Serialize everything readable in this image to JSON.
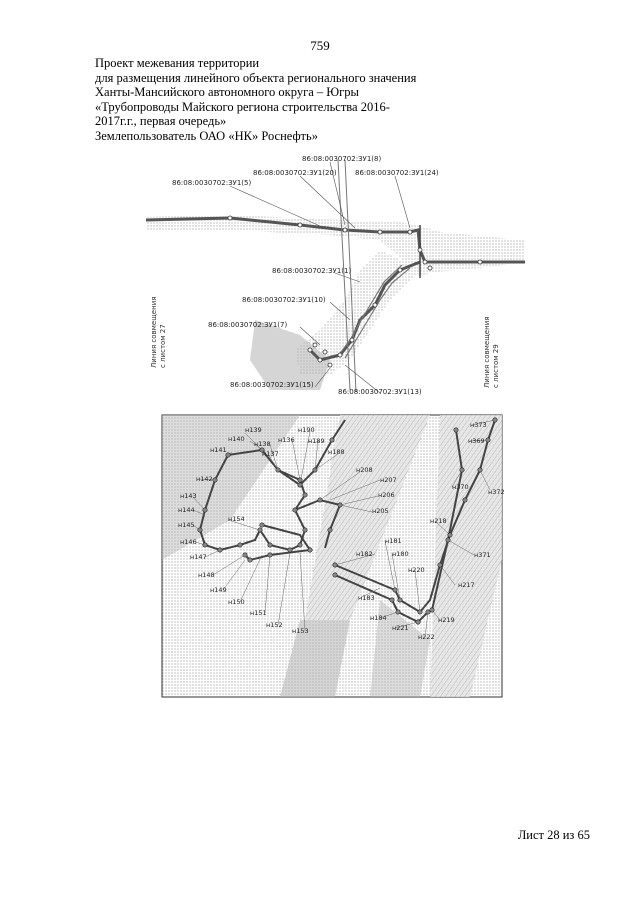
{
  "page_number": "759",
  "header": {
    "lines": [
      "Проект межевания территории",
      "для размещения линейного объекта регионального значения",
      "Ханты-Мансийского автономного округа – Югры",
      "«Трубопроводы Майского региона строительства 2016-",
      "2017г.г., первая очередь»",
      "Землепользователь ОАО «НК» Роснефть»"
    ]
  },
  "overview_map": {
    "parcel_labels": [
      "86:08:0030702:ЗУ1(8)",
      "86:08:0030702:ЗУ1(20)",
      "86:08:0030702:ЗУ1(24)",
      "86:08:0030702:ЗУ1(5)",
      "86:08:0030702:ЗУ1(1)",
      "86:08:0030702:ЗУ1(10)",
      "86:08:0030702:ЗУ1(7)",
      "86:08:0030702:ЗУ1(15)",
      "86:08:0030702:ЗУ1(13)"
    ],
    "left_alignment_line": [
      "Линия совмещения",
      "с листом 27"
    ],
    "right_alignment_line": [
      "Линия совмещения",
      "с листом 29"
    ]
  },
  "detail_map": {
    "point_labels": [
      "н139",
      "н140",
      "н138",
      "н136",
      "н190",
      "н189",
      "н141",
      "н137",
      "н188",
      "н208",
      "н207",
      "н206",
      "н205",
      "н142",
      "н143",
      "н144",
      "н154",
      "н145",
      "н146",
      "н147",
      "н182",
      "н181",
      "н180",
      "н148",
      "н149",
      "н150",
      "н183",
      "н151",
      "н152",
      "н153",
      "н184",
      "н221",
      "н222",
      "н220",
      "н219",
      "н218",
      "н217",
      "н371",
      "н370",
      "н372",
      "н373",
      "н369"
    ]
  },
  "footer": {
    "sheet": "Лист 28 из 65"
  }
}
